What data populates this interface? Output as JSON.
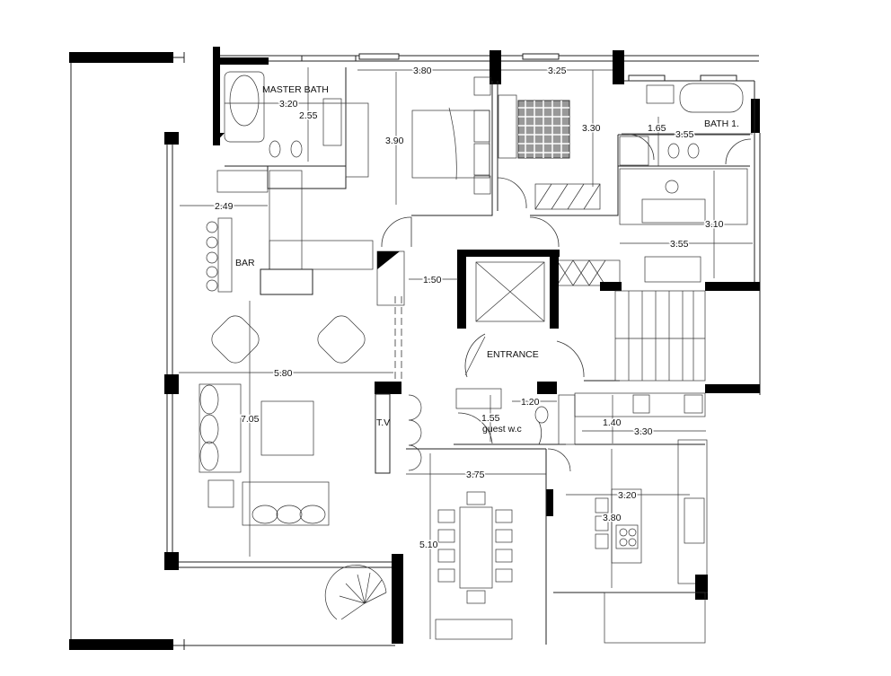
{
  "rooms": {
    "master_bath": "MASTER BATH",
    "bath_1": "BATH 1.",
    "bar": "BAR",
    "entrance": "ENTRANCE",
    "tv": "T.V",
    "guest_wc": "guest w.c"
  },
  "dimensions": {
    "master_bath_width": "3.20",
    "master_bath_depth": "2.55",
    "master_bed_width": "3.80",
    "bed2_width": "3.25",
    "master_bed_depth": "3.90",
    "bed2_depth": "3.30",
    "bath1_depth": "1.65",
    "bath1_width": "3.55",
    "bar_width": "2.49",
    "study_depth": "3.10",
    "study_width": "3.55",
    "corridor_width": "1.50",
    "living_width": "5.80",
    "living_depth": "7.05",
    "wc_width": "1.20",
    "wc_depth": "1.55",
    "kitchen_upper_depth": "1.40",
    "kitchen_upper_width": "3.30",
    "dining_width": "3.75",
    "kitchen_width": "3.20",
    "kitchen_depth": "3.80",
    "dining_depth": "5.10"
  }
}
